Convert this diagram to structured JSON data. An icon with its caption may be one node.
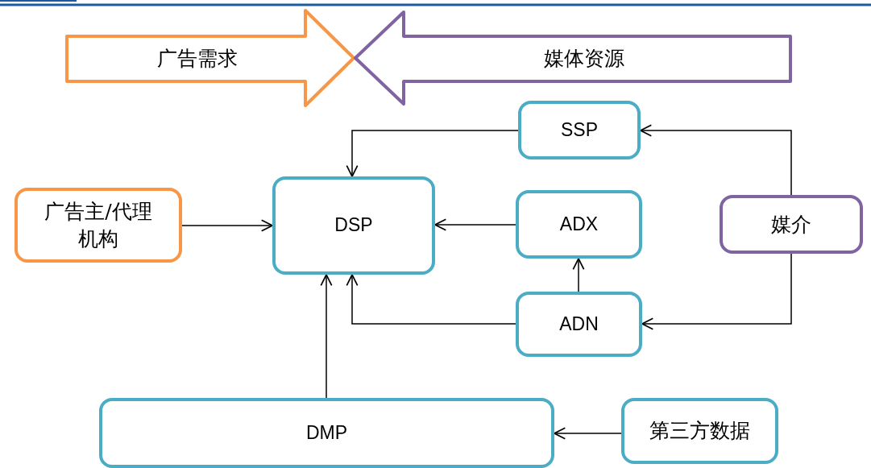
{
  "diagram": {
    "nodes": [
      {
        "text": [
          "广告需求"
        ]
      },
      {
        "text": [
          "媒体资源"
        ]
      },
      {
        "text": [
          "SSP"
        ]
      },
      {
        "text": [
          "广告主/代理机构"
        ]
      },
      {
        "text": [
          "DSP"
        ]
      },
      {
        "text": [
          "ADX"
        ]
      },
      {
        "text": [
          "媒介"
        ]
      },
      {
        "text": [
          "ADN"
        ]
      },
      {
        "text": [
          "DMP"
        ]
      },
      {
        "text": [
          "第三方数据"
        ]
      }
    ],
    "edges": [
      {
        "from": 2,
        "to": 4,
        "arrow": "to"
      },
      {
        "from": 6,
        "to": 2,
        "arrow": "to"
      },
      {
        "from": 3,
        "to": 4,
        "arrow": "to"
      },
      {
        "from": 5,
        "to": 4,
        "arrow": "to"
      },
      {
        "from": 7,
        "to": 5,
        "arrow": "to"
      },
      {
        "from": 7,
        "to": 4,
        "arrow": "to"
      },
      {
        "from": 6,
        "to": 7,
        "arrow": "to"
      },
      {
        "from": 8,
        "to": 4,
        "arrow": "to"
      },
      {
        "from": 9,
        "to": 8,
        "arrow": "to"
      }
    ]
  }
}
